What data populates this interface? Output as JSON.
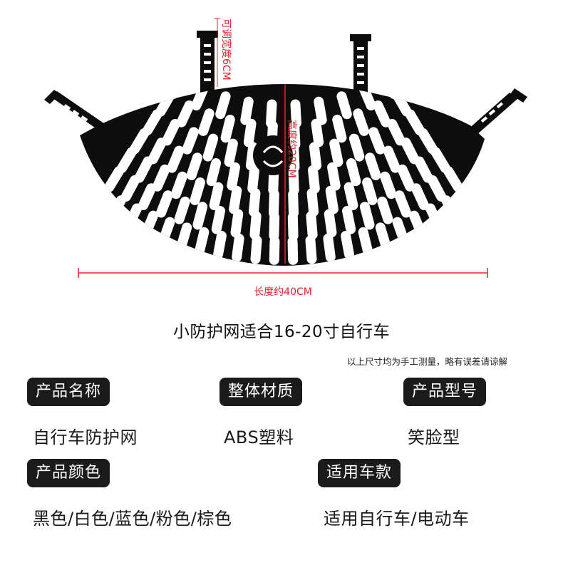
{
  "dimensions": {
    "strap_width": "可调宽度6CM",
    "height": "高度约20CM",
    "length": "长度约40CM"
  },
  "headline": "小防护网适合16-20寸自行车",
  "note": "以上尺寸均为手工测量，略有误差请谅解",
  "specs": {
    "name_label": "产品名称",
    "name_value": "自行车防护网",
    "material_label": "整体材质",
    "material_value": "ABS塑料",
    "model_label": "产品型号",
    "model_value": "笑脸型",
    "color_label": "产品颜色",
    "color_value": "黑色/白色/蓝色/粉色/棕色",
    "fit_label": "适用车款",
    "fit_value": "适用自行车/电动车"
  },
  "colors": {
    "product": "#0d0d0d",
    "dimension_line": "#e0262b",
    "tag_bg": "#1b1b1b"
  }
}
